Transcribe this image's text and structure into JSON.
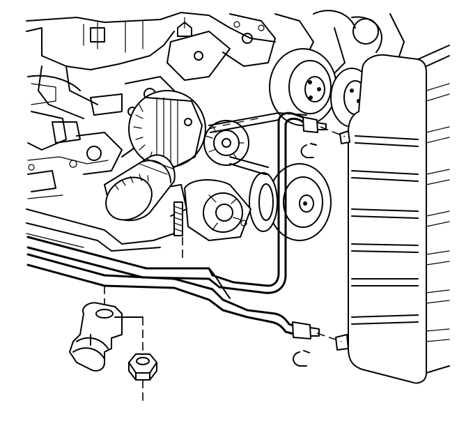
{
  "diagram": {
    "parts": {
      "engine": "engine-assembly",
      "oil_filter": "oil-filter",
      "alternator": "alternator",
      "pulleys": "accessory-pulleys",
      "belt": "drive-belt",
      "radiator": "radiator",
      "cooler_lines": "transmission-oil-cooler-lines",
      "bracket": "cooler-line-bracket",
      "nut": "hex-nut",
      "upper_clip": "upper-retaining-clip",
      "lower_clip": "lower-retaining-clip"
    },
    "line_color": "#000000",
    "background": "#ffffff"
  }
}
